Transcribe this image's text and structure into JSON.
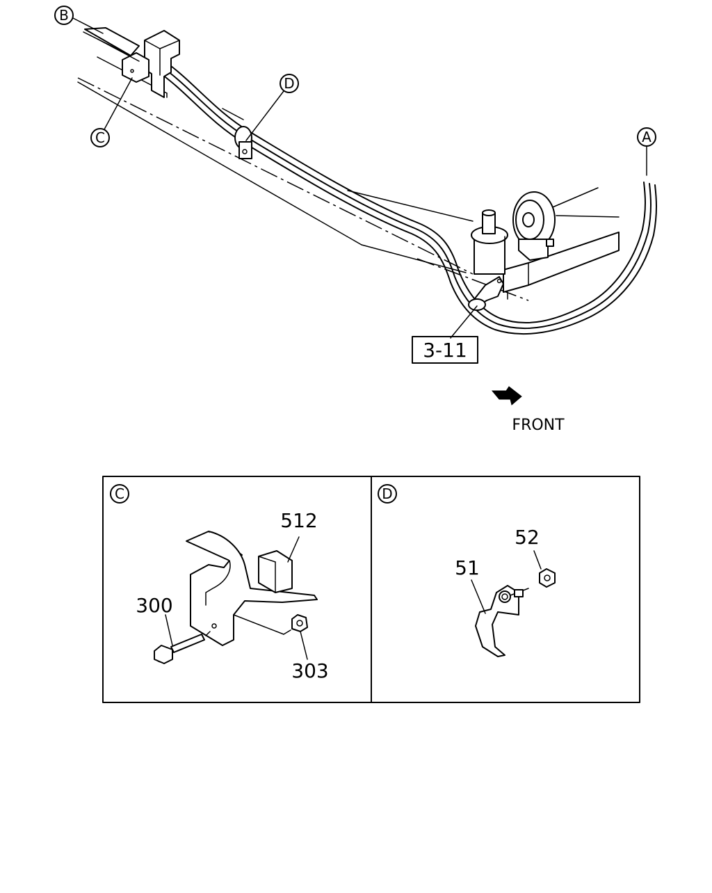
{
  "callouts": {
    "a": "A",
    "b": "B",
    "c": "C",
    "d": "D"
  },
  "reference": "3-11",
  "direction": "FRONT",
  "details": {
    "c": {
      "label": "C",
      "parts": {
        "bracket": "512",
        "bolt": "300",
        "nut": "303"
      }
    },
    "d": {
      "label": "D",
      "parts": {
        "clip": "51",
        "nut": "52"
      }
    }
  }
}
